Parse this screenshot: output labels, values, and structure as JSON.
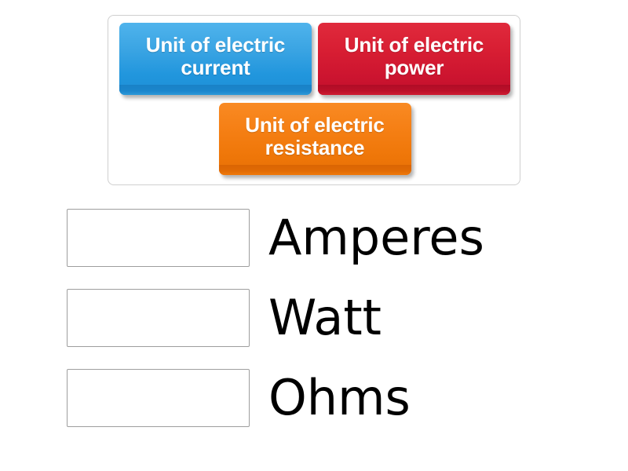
{
  "activity": {
    "type": "match-up",
    "tray": {
      "tiles": [
        {
          "label": "Unit of electric current",
          "color": "#2196dd",
          "color_name": "blue"
        },
        {
          "label": "Unit of electric power",
          "color": "#cd1530",
          "color_name": "red"
        },
        {
          "label": "Unit of electric resistance",
          "color": "#ef7709",
          "color_name": "orange"
        }
      ]
    },
    "answers": [
      {
        "label": "Amperes",
        "dropped_tile": ""
      },
      {
        "label": "Watt",
        "dropped_tile": ""
      },
      {
        "label": "Ohms",
        "dropped_tile": ""
      }
    ]
  },
  "colors": {
    "tray_border": "#cfcfcf",
    "drop_zone_border": "#9e9e9e",
    "background": "#ffffff",
    "answer_text": "#000000",
    "tile_text": "#ffffff"
  }
}
